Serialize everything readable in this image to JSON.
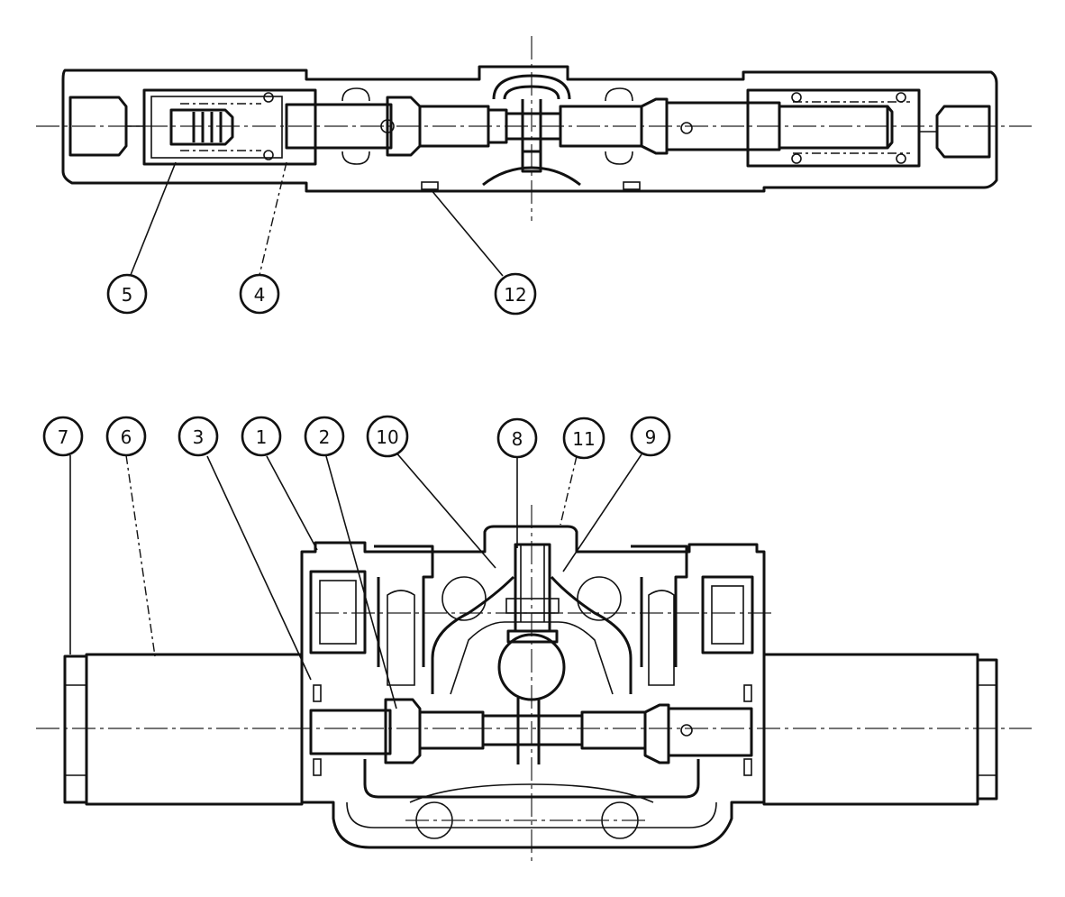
{
  "callouts": [
    {
      "id": "c5",
      "label": "5"
    },
    {
      "id": "c4",
      "label": "4"
    },
    {
      "id": "c12",
      "label": "12"
    },
    {
      "id": "c7",
      "label": "7"
    },
    {
      "id": "c6",
      "label": "6"
    },
    {
      "id": "c3",
      "label": "3"
    },
    {
      "id": "c1",
      "label": "1"
    },
    {
      "id": "c2",
      "label": "2"
    },
    {
      "id": "c10",
      "label": "10"
    },
    {
      "id": "c8",
      "label": "8"
    },
    {
      "id": "c11",
      "label": "11"
    },
    {
      "id": "c9",
      "label": "9"
    }
  ]
}
